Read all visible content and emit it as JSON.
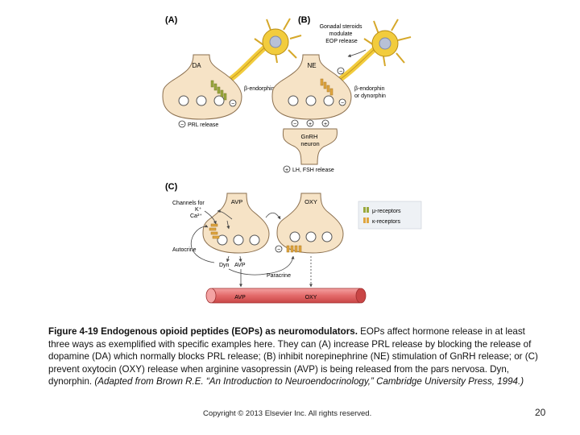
{
  "panels": {
    "a": {
      "label": "(A)",
      "cell_label": "DA",
      "opioid_label": "β-endorphin",
      "minus_sign": "−",
      "output_label": "PRL release"
    },
    "b": {
      "label": "(B)",
      "note_line1": "Gonadal steroids",
      "note_line2": "modulate",
      "note_line3": "EOP release",
      "cell_label": "NE",
      "opioid_line1": "β-endorphin",
      "opioid_line2": "or dynorphin",
      "minus_sign": "−",
      "plus_sign": "+",
      "target_line1": "GnRH",
      "target_line2": "neuron",
      "output_label": "LH, FSH release"
    },
    "c": {
      "label": "(C)",
      "channels_line1": "Channels for",
      "channels_line2": "K⁺",
      "channels_line3": "Ca²⁺",
      "avp_label": "AVP",
      "oxy_label": "OXY",
      "autocrine_label": "Autocrine",
      "dyn_label": "Dyn",
      "avp_release_label": "AVP",
      "paracrine_label": "Paracrine",
      "minus_sign": "−",
      "vessel_avp": "AVP",
      "vessel_oxy": "OXY"
    }
  },
  "legend": {
    "mu": "μ-receptors",
    "kappa": "κ-receptors",
    "mu_color": "#9aa83c",
    "kappa_color": "#e0a640"
  },
  "colors": {
    "cell_fill": "#f6e3c6",
    "axon": "#f2cc3d",
    "nucleus": "#b8c1d6",
    "vessel": "#e36a6a"
  },
  "caption": {
    "label": "Figure 4-19 Endogenous opioid peptides (EOPs) as neuromodulators.",
    "body": " EOPs affect hormone release in at least three ways as exemplified with specific examples here. They can (A) increase PRL release by blocking the release of dopamine (DA) which normally blocks PRL release; (B) inhibit norepinephrine (NE) stimulation of GnRH release; or (C) prevent oxytocin (OXY) release when arginine vasopressin (AVP) is being released from the pars nervosa. Dyn, dynorphin. ",
    "source": "(Adapted from Brown R.E. “An Introduction to Neuroendocrinology,” Cambridge University Press, 1994.)"
  },
  "footer": {
    "copyright": "Copyright © 2013 Elsevier Inc. All rights reserved.",
    "page_number": "20"
  }
}
